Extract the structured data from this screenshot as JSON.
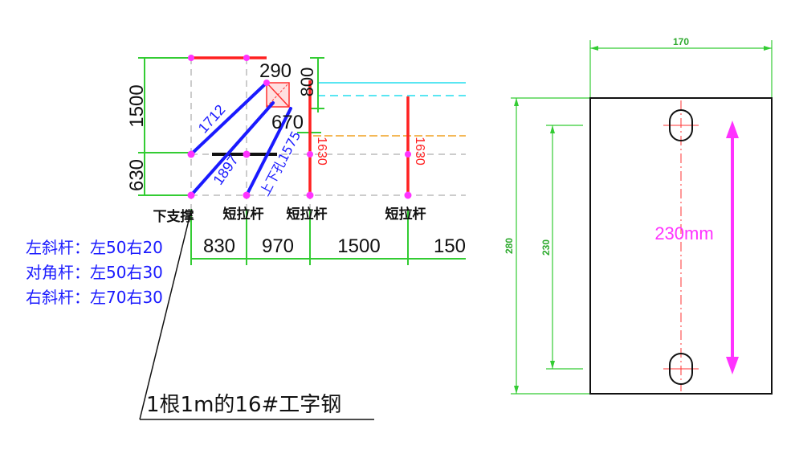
{
  "left_drawing": {
    "dims_vertical": {
      "upper": "1500",
      "lower": "630"
    },
    "top_dim": "290",
    "top_dim_right": "800",
    "mid_dim": "670",
    "bottom_dims": [
      "830",
      "970",
      "1500",
      "150"
    ],
    "member_labels": {
      "d1712": "1712",
      "d1897": "1897",
      "d1575": "上下孔1575",
      "r1630a": "1630",
      "r1630b": "1630"
    },
    "support_labels": {
      "bottom_support": "下支撑",
      "short_tie_1": "短拉杆",
      "short_tie_2": "短拉杆",
      "short_tie_3": "短拉杆"
    },
    "notes": [
      "左斜杆：左50右20",
      "对角杆：左50右30",
      "右斜杆：左70右30"
    ],
    "beam_note": "1根1m的16#工字钢",
    "colors": {
      "member": "#1a1aff",
      "tie": "#ff2020",
      "dimension": "#33cc33",
      "node": "#ff33ff",
      "grid": "#bbbbbb"
    }
  },
  "right_drawing": {
    "width_dim": "170",
    "height_dim": "280",
    "hole_spacing_dim": "230",
    "center_label": "230mm",
    "colors": {
      "dimension": "#33cc33",
      "arrow": "#ff33ff",
      "centerline": "#ff3333"
    }
  }
}
